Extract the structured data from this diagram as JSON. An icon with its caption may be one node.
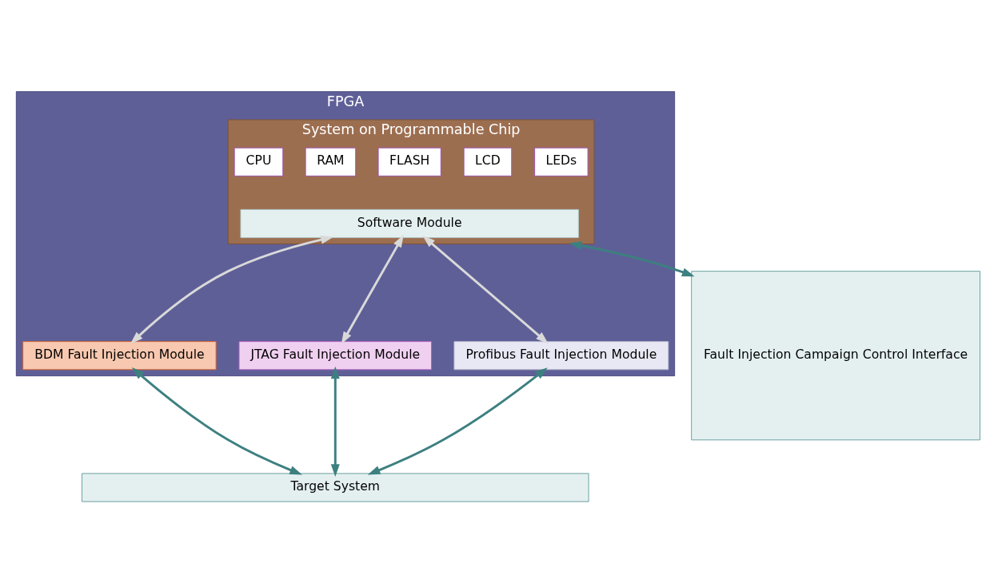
{
  "diagram": {
    "nodes": [
      {
        "text": [
          "FPGA"
        ]
      },
      {
        "text": [
          "System on Programmable Chip"
        ],
        "in": 0
      },
      {
        "text": [
          "CPU"
        ],
        "in": 1
      },
      {
        "text": [
          "RAM"
        ],
        "in": 1
      },
      {
        "text": [
          "FLASH"
        ],
        "in": 1
      },
      {
        "text": [
          "LCD"
        ],
        "in": 1
      },
      {
        "text": [
          "LEDs"
        ],
        "in": 1
      },
      {
        "text": [
          "Software Module"
        ],
        "in": 1
      },
      {
        "text": [
          "BDM Fault Injection Module"
        ],
        "in": 0
      },
      {
        "text": [
          "JTAG Fault Injection Module"
        ],
        "in": 0
      },
      {
        "text": [
          "Profibus Fault Injection Module"
        ],
        "in": 0
      },
      {
        "text": [
          "Fault Injection Campaign Control Interface"
        ]
      },
      {
        "text": [
          "Target System"
        ]
      }
    ],
    "edges": [
      {
        "from": 7,
        "to": 8,
        "arrow": "both",
        "color": "#d9d9d9"
      },
      {
        "from": 7,
        "to": 9,
        "arrow": "both",
        "color": "#d9d9d9"
      },
      {
        "from": 7,
        "to": 10,
        "arrow": "both",
        "color": "#d9d9d9"
      },
      {
        "from": 8,
        "to": 12,
        "arrow": "both"
      },
      {
        "from": 9,
        "to": 12,
        "arrow": "both"
      },
      {
        "from": 10,
        "to": 12,
        "arrow": "both"
      },
      {
        "from": 1,
        "to": 11,
        "arrow": "both"
      }
    ]
  }
}
